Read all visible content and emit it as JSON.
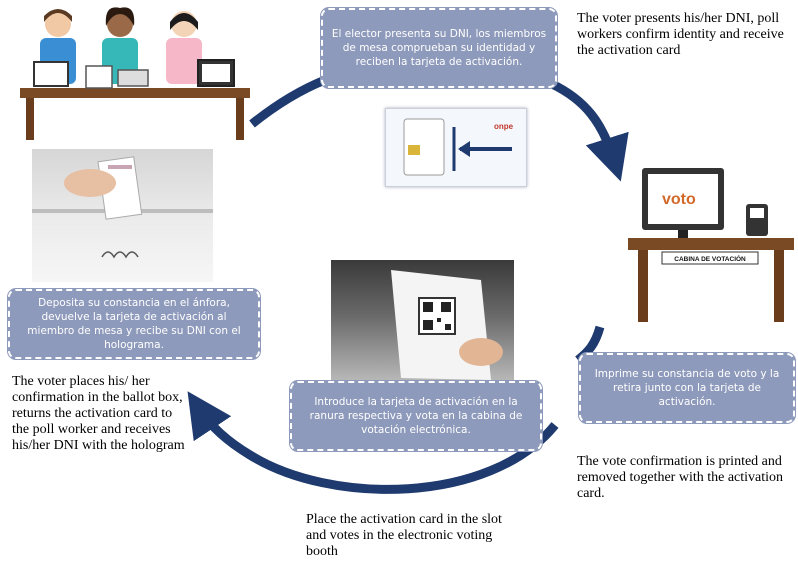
{
  "steps": [
    {
      "spanish": "El elector presenta su DNI, los miembros de mesa comprueban su identidad y reciben la tarjeta de activación.",
      "english": "The voter presents his/her DNI, poll workers confirm identity and receive the activation card"
    },
    {
      "spanish": "Imprime su constancia de voto y la retira junto con la tarjeta de activación.",
      "english": "The vote confirmation is printed and removed together with the activation card."
    },
    {
      "spanish": "Introduce la tarjeta de activación en la ranura respectiva y vota en la cabina de votación electrónica.",
      "english": "Place the activation card in the slot and votes in the electronic voting booth"
    },
    {
      "spanish": "Deposita su constancia en el ánfora, devuelve la tarjeta de activación al miembro de mesa y recibe su DNI con el holograma.",
      "english": "The voter places his/ her confirmation in the ballot box, returns the activation card to the poll worker and receives his/her DNI with the hologram"
    }
  ],
  "booth": {
    "screen_logo": "voto",
    "sign": "CABINA DE VOTACIÓN"
  },
  "card_logo": "onpe",
  "colors": {
    "arrow": "#1e3a6e",
    "box": "#8e9abb",
    "table": "#7a4a24"
  }
}
